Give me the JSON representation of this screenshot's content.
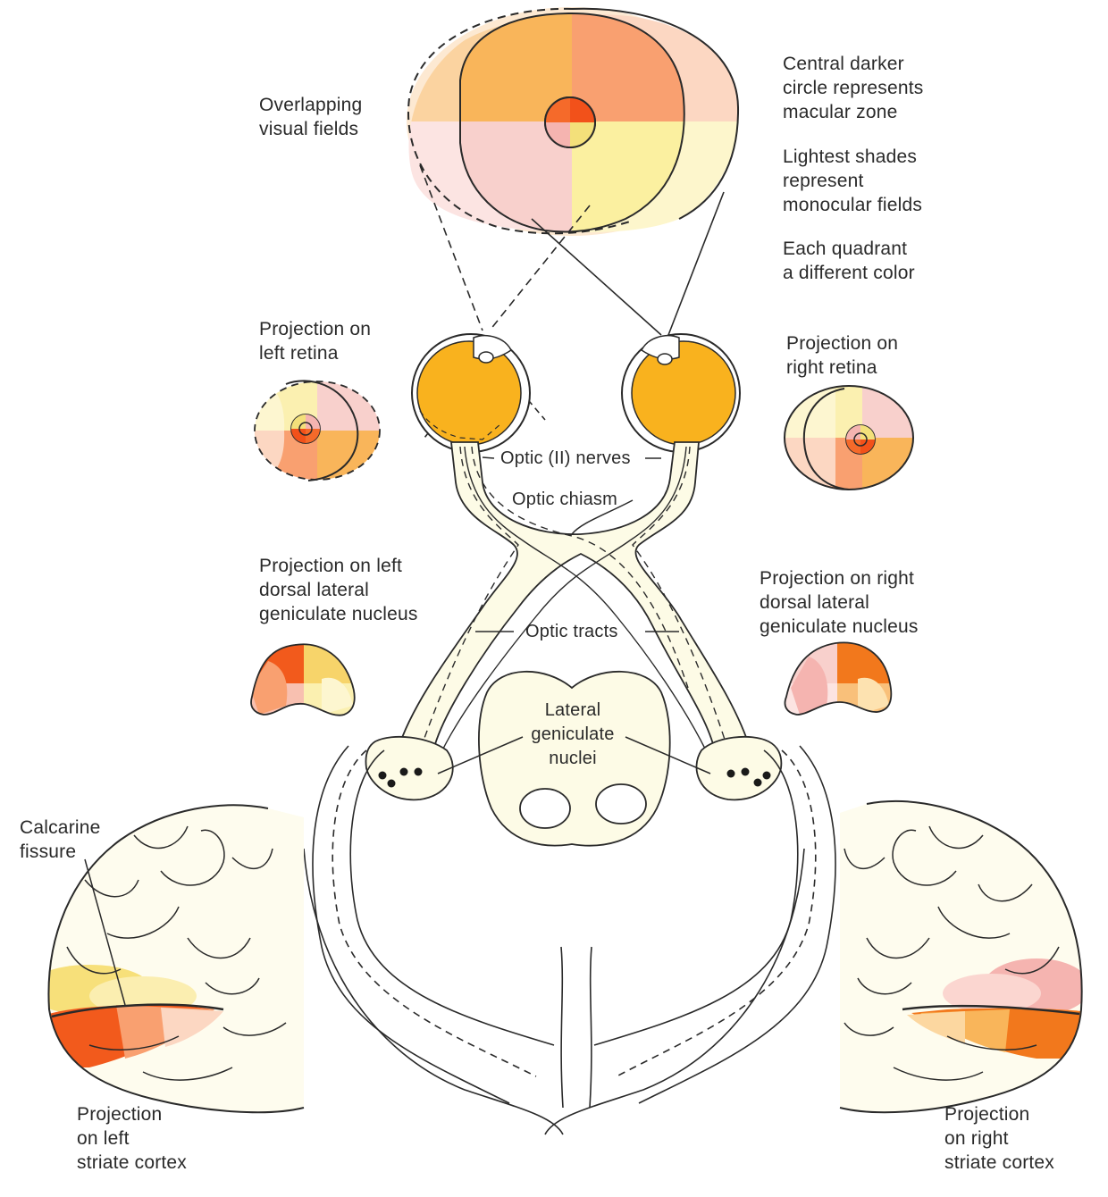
{
  "labels": {
    "overlapping": "Overlapping\nvisual fields",
    "central": "Central darker\ncircle represents\nmacular zone",
    "lightest": "Lightest shades\nrepresent\nmonocular fields",
    "quadrant": "Each quadrant\na different color",
    "proj_left_retina": "Projection on\nleft retina",
    "proj_right_retina": "Projection on\nright retina",
    "optic_nerves": "Optic (II) nerves",
    "optic_chiasm": "Optic chiasm",
    "proj_left_dlgn": "Projection on left\ndorsal lateral\ngeniculate nucleus",
    "proj_right_dlgn": "Projection on right\ndorsal lateral\ngeniculate nucleus",
    "optic_tracts": "Optic tracts",
    "lgn": "Lateral\ngeniculate\nnuclei",
    "calcarine": "Calcarine\nfissure",
    "proj_left_cortex": "Projection\non left\nstriate cortex",
    "proj_right_cortex": "Projection\non right\nstriate cortex"
  },
  "colors": {
    "upper_left_quadrant": "#f9b55a",
    "upper_right_quadrant": "#f9a070",
    "lower_left_quadrant": "#f8d0cc",
    "lower_right_quadrant": "#fbf0a0",
    "macula_center": "#f25a1c",
    "eyeball": "#f9b21e",
    "pathway_fill": "#fdfbe6",
    "line": "#2a2a2a"
  }
}
